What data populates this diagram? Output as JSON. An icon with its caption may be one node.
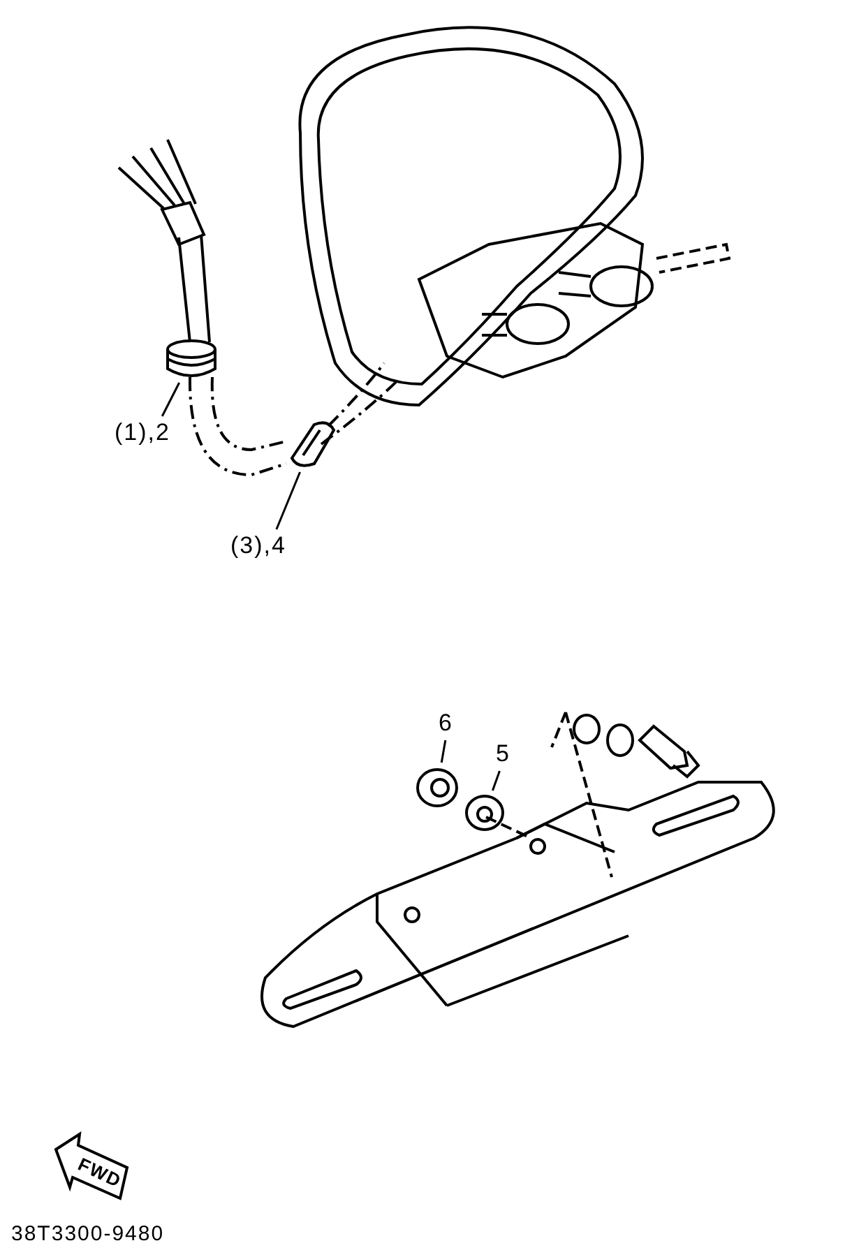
{
  "diagram": {
    "nodes": [
      {
        "text": [
          "(1),2"
        ]
      },
      {
        "text": [],
        "shape": "picture"
      },
      {
        "text": [
          "(3),4"
        ]
      },
      {
        "text": [],
        "shape": "picture"
      },
      {
        "text": [
          "6"
        ]
      },
      {
        "text": [],
        "shape": "picture"
      },
      {
        "text": [
          "5"
        ]
      },
      {
        "text": [],
        "shape": "picture"
      }
    ],
    "edges": [
      {
        "from": 0,
        "to": 1,
        "arrow": "none"
      },
      {
        "from": 2,
        "to": 3,
        "arrow": "none"
      },
      {
        "from": 4,
        "to": 5,
        "arrow": "none"
      },
      {
        "from": 6,
        "to": 7,
        "arrow": "none"
      }
    ],
    "labels": [
      "FWD",
      "38T3300-9480"
    ]
  }
}
